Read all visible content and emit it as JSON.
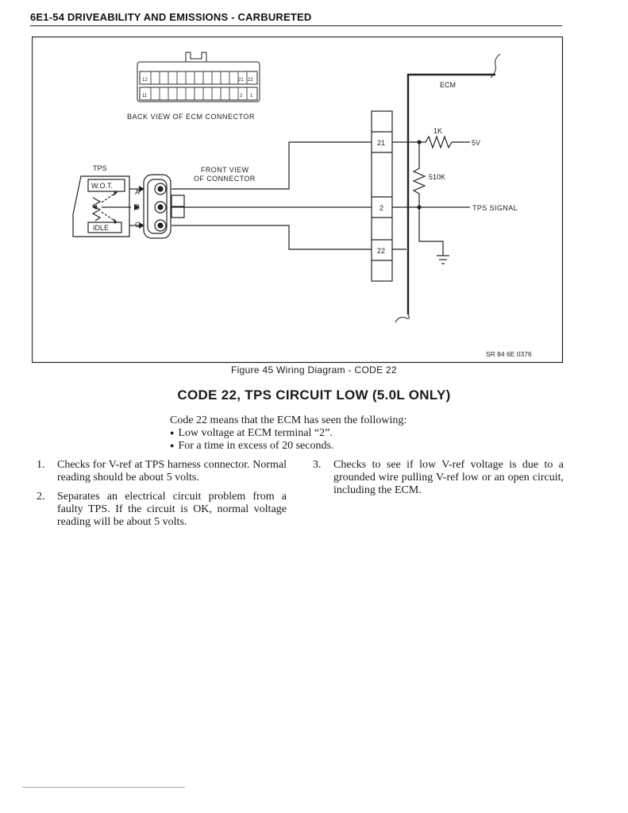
{
  "header": {
    "title": "6E1-54 DRIVEABILITY AND EMISSIONS - CARBURETED"
  },
  "diagram": {
    "connector_top_pins": {
      "left": "12",
      "right1": "21",
      "right2": "22"
    },
    "connector_bottom_pins": {
      "left": "11",
      "right1": "2",
      "right2": "1"
    },
    "back_view_label": "BACK VIEW OF ECM CONNECTOR",
    "ecm_label": "ECM",
    "resistor_1k": "1K",
    "supply_5v": "5V",
    "resistor_510k": "510K",
    "tps_signal": "TPS SIGNAL",
    "tps_label": "TPS",
    "wot_label": "W.O.T.",
    "idle_label": "IDLE",
    "front_view_line1": "FRONT VIEW",
    "front_view_line2": "OF CONNECTOR",
    "pin_a": "A",
    "pin_b": "B",
    "pin_c": "C",
    "terminal_21": "21",
    "terminal_2": "2",
    "terminal_22": "22",
    "ref_number": "SR 84 6E 0376"
  },
  "caption": "Figure 45 Wiring Diagram - CODE 22",
  "code_title": "CODE 22, TPS CIRCUIT LOW (5.0L ONLY)",
  "intro": {
    "lead": "Code 22 means that the ECM has seen the following:",
    "bullets": [
      "Low voltage at ECM terminal “2”.",
      "For a time in excess of 20 seconds."
    ]
  },
  "steps": [
    {
      "num": "1.",
      "text": "Checks for V-ref at TPS harness connector. Normal reading should be about 5 volts."
    },
    {
      "num": "2.",
      "text": "Separates an electrical circuit problem from a faulty TPS. If the circuit is OK, normal voltage reading will be about 5 volts."
    },
    {
      "num": "3.",
      "text": "Checks to see if low V-ref voltage is due to a grounded wire pulling V-ref low or an open circuit, including the ECM."
    }
  ]
}
